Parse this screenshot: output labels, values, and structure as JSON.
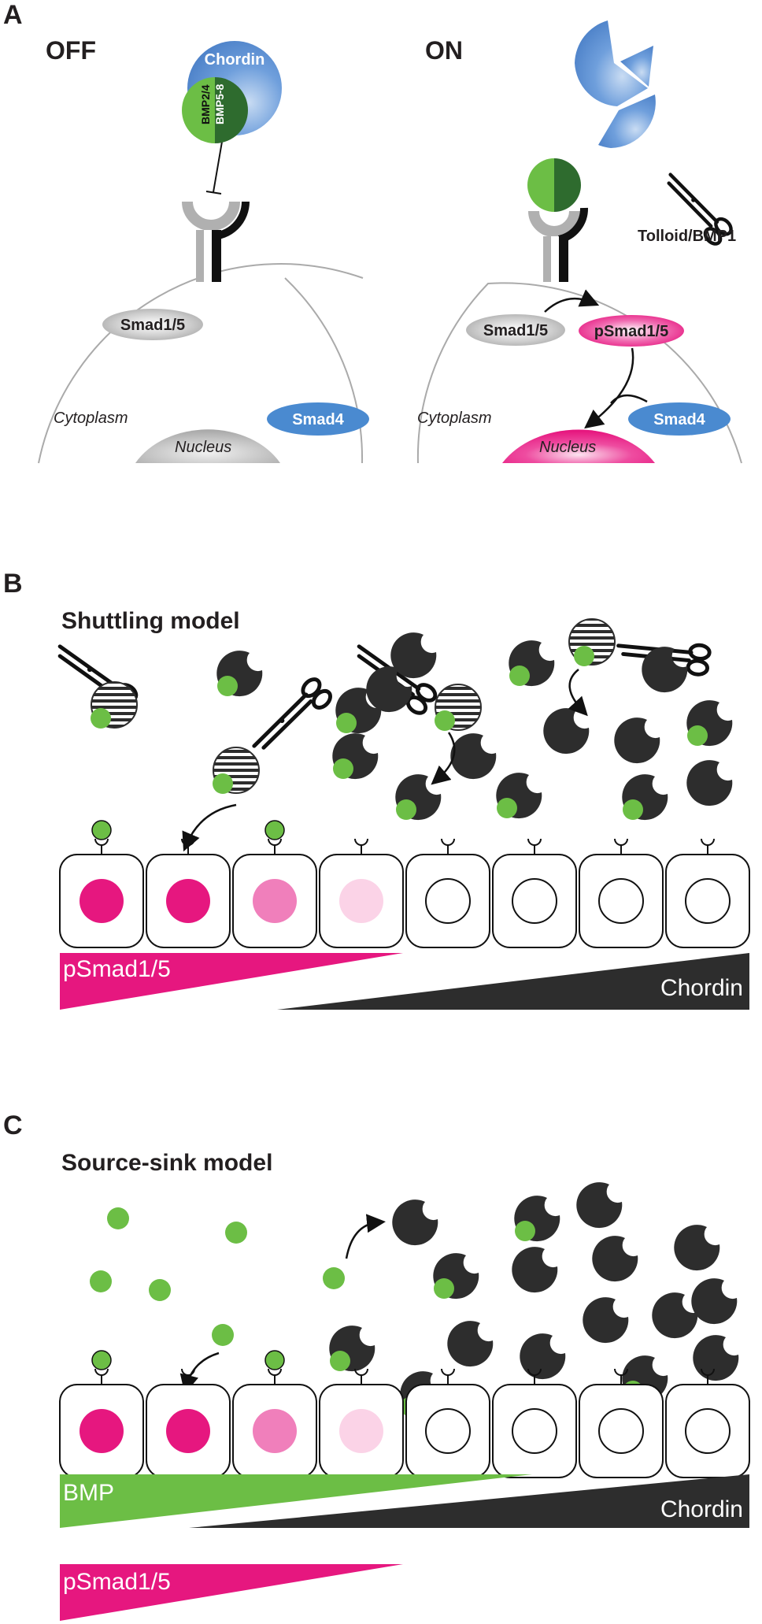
{
  "panel_a": {
    "letter": "A",
    "off_label": "OFF",
    "on_label": "ON",
    "chordin": "Chordin",
    "bmp24": "BMP2/4",
    "bmp58": "BMP5-8",
    "smad15": "Smad1/5",
    "psmad15": "pSmad1/5",
    "smad4": "Smad4",
    "cytoplasm": "Cytoplasm",
    "nucleus": "Nucleus",
    "tolloid": "Tolloid/BMP1"
  },
  "panel_b": {
    "letter": "B",
    "title": "Shuttling model",
    "psmad_label": "pSmad1/5",
    "chordin_label": "Chordin"
  },
  "panel_c": {
    "letter": "C",
    "title": "Source-sink model",
    "bmp_label": "BMP",
    "chordin_label": "Chordin",
    "psmad_label": "pSmad1/5"
  },
  "colors": {
    "bmp_green": "#6cbe45",
    "chordin_blue": "#5b8fcf",
    "smad4_blue": "#4a8ad0",
    "magenta": "#e6177f",
    "magenta_mid": "#f07fbb",
    "magenta_light": "#fbd3e7",
    "dark": "#2d2d2d",
    "grey": "#bdbdbd"
  },
  "cell_nucleus_levels": [
    "high",
    "high",
    "mid",
    "low",
    "none",
    "none",
    "none",
    "none"
  ]
}
